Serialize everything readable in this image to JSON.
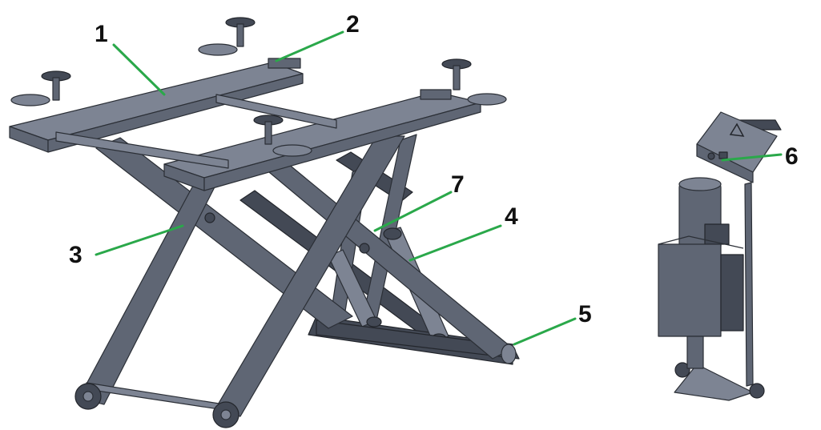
{
  "callouts": [
    {
      "id": "1",
      "label": "1"
    },
    {
      "id": "2",
      "label": "2"
    },
    {
      "id": "3",
      "label": "3"
    },
    {
      "id": "4",
      "label": "4"
    },
    {
      "id": "5",
      "label": "5"
    },
    {
      "id": "6",
      "label": "6"
    },
    {
      "id": "7",
      "label": "7"
    }
  ],
  "colors": {
    "leader_line": "#2aa84a",
    "steel": "#5f6674",
    "number_text": "#111111"
  }
}
